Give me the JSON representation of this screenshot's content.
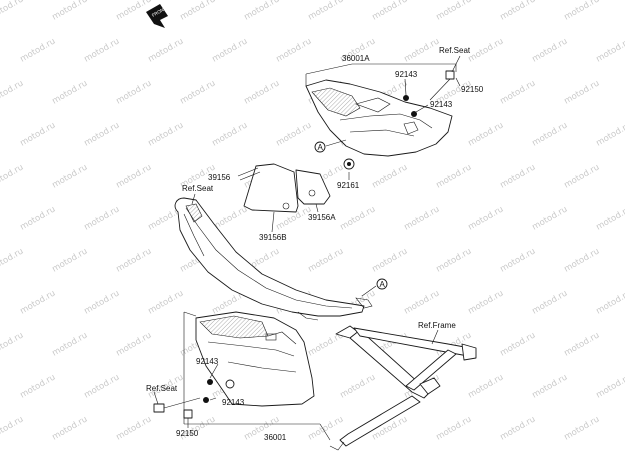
{
  "diagram": {
    "watermark_text": "motod.ru",
    "front_marker_text": "FRONT",
    "callout_symbol": "A",
    "labels": {
      "part_36001A": "36001A",
      "ref_seat_top": "Ref.Seat",
      "part_92143_top_a": "92143",
      "part_92150_top": "92150",
      "part_92143_top_b": "92143",
      "part_39156": "39156",
      "part_92161": "92161",
      "part_39156A": "39156A",
      "part_39156B": "39156B",
      "ref_seat_mid": "Ref.Seat",
      "ref_frame": "Ref.Frame",
      "part_92143_low_a": "92143",
      "part_92143_low_b": "92143",
      "ref_seat_low": "Ref.Seat",
      "part_92150_low": "92150",
      "part_36001": "36001"
    }
  }
}
